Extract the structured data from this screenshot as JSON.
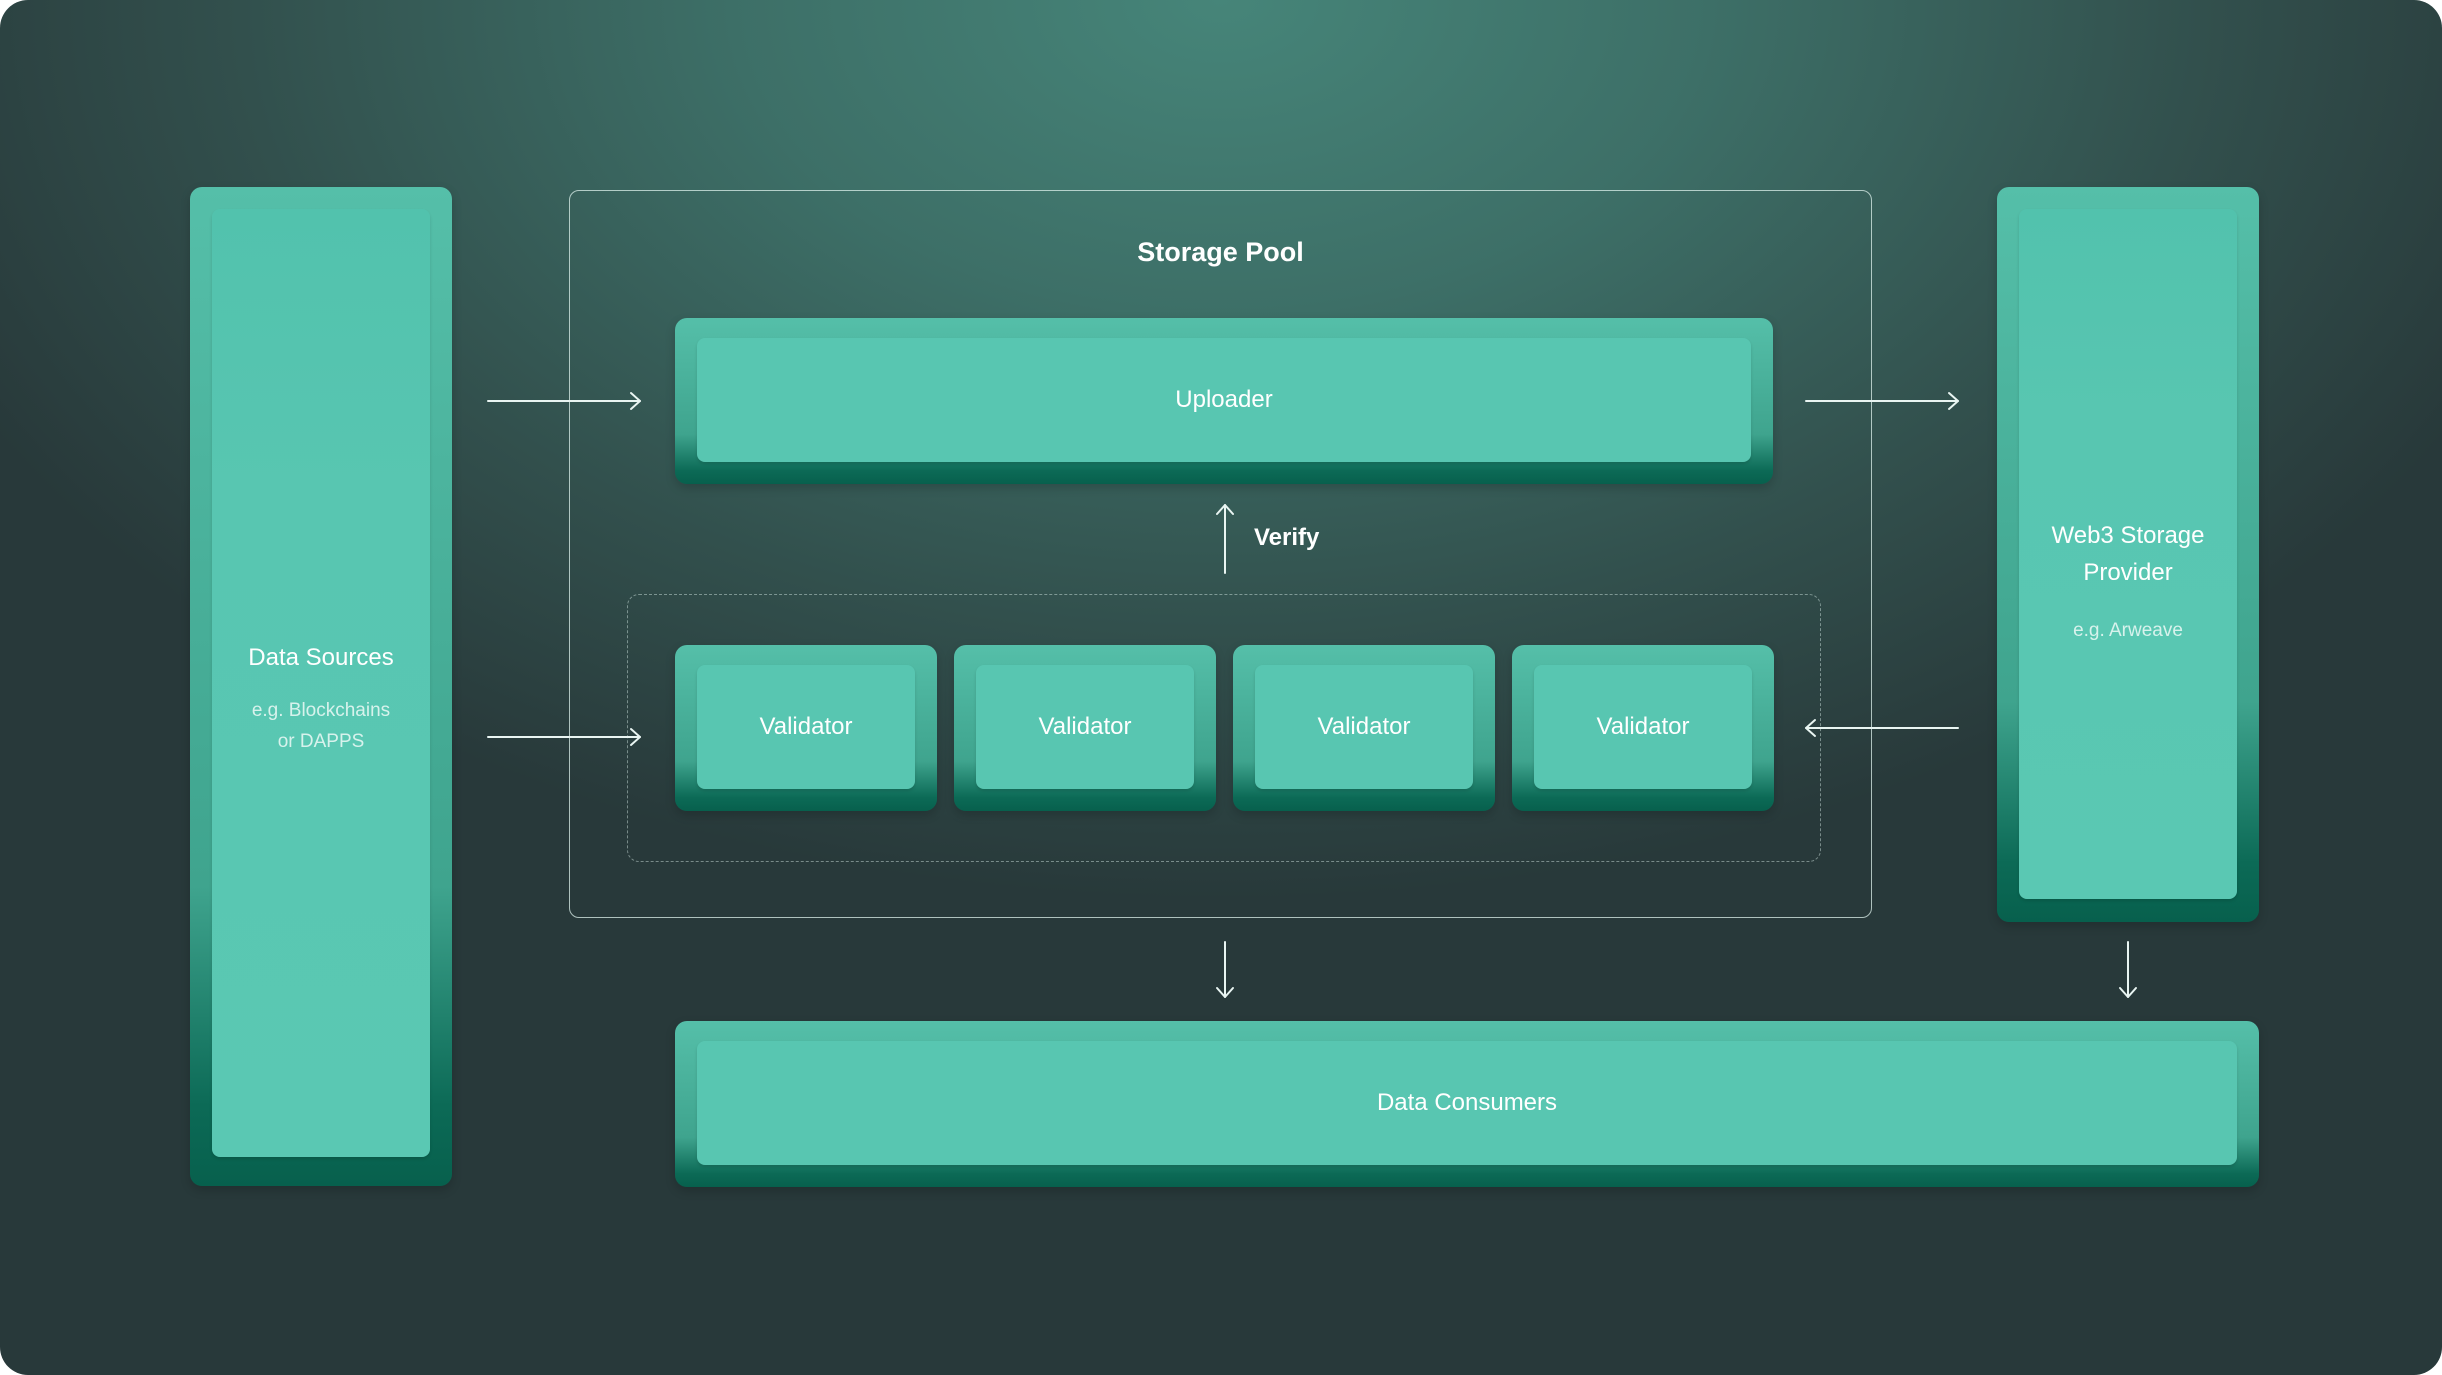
{
  "diagram": {
    "storage_pool": {
      "title": "Storage Pool"
    },
    "uploader": {
      "label": "Uploader"
    },
    "verify": {
      "label": "Verify"
    },
    "validators": [
      "Validator",
      "Validator",
      "Validator",
      "Validator"
    ],
    "data_sources": {
      "label": "Data Sources",
      "sub": "e.g. Blockchains\nor DAPPS"
    },
    "web3_storage": {
      "label": "Web3 Storage\nProvider",
      "sub": "e.g. Arweave"
    },
    "data_consumers": {
      "label": "Data Consumers"
    }
  },
  "colors": {
    "background_top": "#468579",
    "background_bottom": "#28393a",
    "block": "#58c6b1",
    "block_shadow": "#07604d",
    "text": "#ffffff"
  }
}
